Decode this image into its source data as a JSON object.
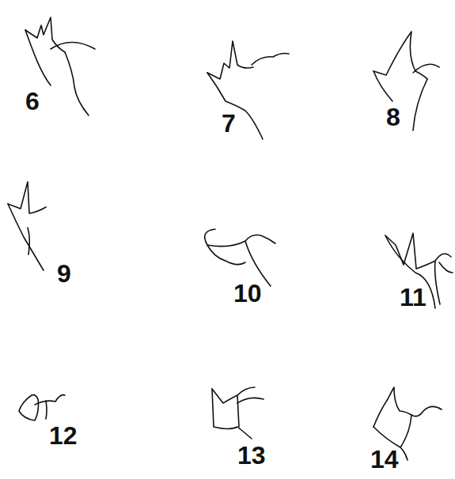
{
  "diagram": {
    "labels": [
      "6",
      "7",
      "8",
      "9",
      "10",
      "11",
      "12",
      "13",
      "14"
    ]
  }
}
